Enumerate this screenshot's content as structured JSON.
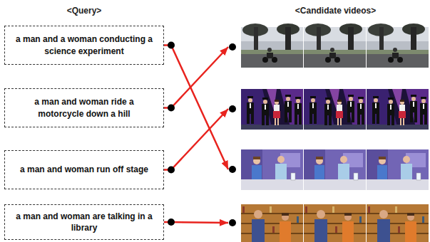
{
  "diagram": {
    "nodes": [
      {
        "text": [
          "a man and a woman conducting a science experiment"
        ]
      },
      {
        "text": []
      },
      {
        "text": [
          "a man and woman ride a motorcycle down a hill"
        ]
      },
      {
        "text": []
      },
      {
        "text": [
          "a man and woman run off stage"
        ]
      },
      {
        "text": []
      },
      {
        "text": [
          "a man and woman are talking in a library"
        ]
      },
      {
        "text": []
      }
    ],
    "edges": [
      {
        "from": 0,
        "to": 5,
        "arrow": "to"
      },
      {
        "from": 2,
        "to": 1,
        "arrow": "to"
      },
      {
        "from": 4,
        "to": 3,
        "arrow": "to"
      },
      {
        "from": 6,
        "to": 7,
        "arrow": "to"
      }
    ],
    "labels": [
      "<Query>",
      "<Candidate videos>"
    ]
  }
}
